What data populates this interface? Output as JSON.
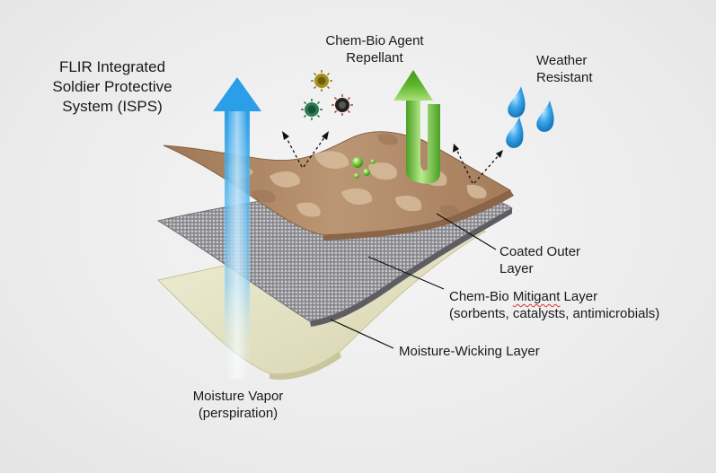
{
  "title": {
    "line1": "FLIR Integrated",
    "line2": "Soldier Protective",
    "line3": "System (ISPS)"
  },
  "labels": {
    "chem_bio_repellant": {
      "line1": "Chem-Bio Agent",
      "line2": "Repellant"
    },
    "weather_resistant": {
      "line1": "Weather",
      "line2": "Resistant"
    },
    "coated_outer": {
      "line1": "Coated Outer",
      "line2": "Layer"
    },
    "mitigant": {
      "line1_a": "Chem-Bio ",
      "line1_b": "Mitigant",
      "line1_c": " Layer",
      "line2": "(sorbents, catalysts, antimicrobials)"
    },
    "moisture_wicking": "Moisture-Wicking Layer",
    "moisture_vapor": {
      "line1": "Moisture Vapor",
      "line2": "(perspiration)"
    }
  },
  "colors": {
    "outer_layer": "#b08a68",
    "outer_layer_edge": "#8a6547",
    "mesh_layer": "#8e8e92",
    "wicking_layer": "#e5e3c3",
    "vapor_arrow": "#3fa9e6",
    "repellant_arrow": "#6cbf3a",
    "water_drop": "#2e9ae0"
  },
  "icons": [
    "virus-yellow-icon",
    "virus-green-icon",
    "virus-black-icon",
    "water-drop-icon",
    "green-bead-icon"
  ]
}
